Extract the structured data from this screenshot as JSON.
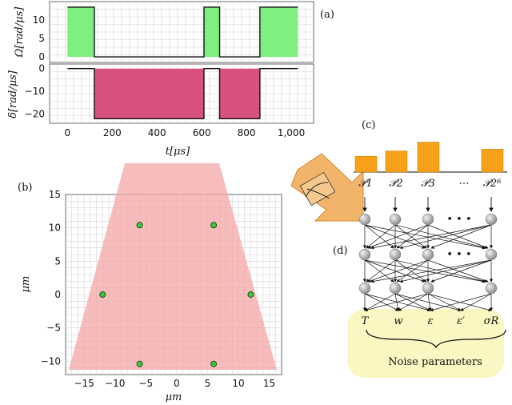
{
  "panel_labels": {
    "a": "(a)",
    "b": "(b)",
    "c": "(c)",
    "d": "(d)"
  },
  "colors": {
    "omega_fill": "#7ff07f",
    "delta_fill": "#d9527f",
    "trap_fill": "#f4a6a6",
    "atom_fill": "#3cc83c",
    "bar_fill": "#f7a019",
    "noise_box": "#fbf7c2",
    "arrow_fill": "#f2b46b",
    "node_fill": "#b8b8b8"
  },
  "chart_data": [
    {
      "type": "step-area",
      "name_id": "omega",
      "ylabel": "Ω[rad/μs]",
      "xlim": [
        -80,
        1100
      ],
      "ylim": [
        -1.5,
        15
      ],
      "yticks": [
        "0",
        "5",
        "10"
      ],
      "segments": [
        {
          "x0": 0,
          "x1": 120,
          "y": 13.5
        },
        {
          "x0": 120,
          "x1": 610,
          "y": 0
        },
        {
          "x0": 610,
          "x1": 680,
          "y": 13.5
        },
        {
          "x0": 680,
          "x1": 860,
          "y": 0
        },
        {
          "x0": 860,
          "x1": 1030,
          "y": 13.5
        }
      ]
    },
    {
      "type": "step-area",
      "name_id": "delta",
      "ylabel": "δ[rad/μs]",
      "xlabel": "t[μs]",
      "xlim": [
        -80,
        1100
      ],
      "ylim": [
        -24,
        2
      ],
      "yticks": [
        "0",
        "−10",
        "−20"
      ],
      "xticks": [
        "0",
        "200",
        "400",
        "600",
        "800",
        "1,000"
      ],
      "segments": [
        {
          "x0": 0,
          "x1": 120,
          "y": 0
        },
        {
          "x0": 120,
          "x1": 610,
          "y": -22
        },
        {
          "x0": 610,
          "x1": 680,
          "y": 0
        },
        {
          "x0": 680,
          "x1": 860,
          "y": -22
        },
        {
          "x0": 860,
          "x1": 1030,
          "y": 0
        }
      ]
    },
    {
      "type": "scatter",
      "name_id": "atoms",
      "xlabel": "μm",
      "ylabel": "μm",
      "xlim": [
        -18,
        17
      ],
      "ylim": [
        -12,
        15
      ],
      "xticks": [
        "−15",
        "−10",
        "−5",
        "0",
        "5",
        "10",
        "15"
      ],
      "yticks": [
        "15",
        "10",
        "5",
        "0",
        "−5",
        "−10"
      ],
      "points": [
        {
          "x": -6,
          "y": 10.4
        },
        {
          "x": 6,
          "y": 10.4
        },
        {
          "x": -12,
          "y": 0
        },
        {
          "x": 12,
          "y": 0
        },
        {
          "x": -6,
          "y": -10.4
        },
        {
          "x": 6,
          "y": -10.4
        }
      ]
    },
    {
      "type": "bar",
      "name_id": "probabilities",
      "categories": [
        "𝒫1",
        "𝒫2",
        "𝒫3",
        "⋯",
        "𝒫2⁶"
      ],
      "values": [
        0.45,
        0.6,
        0.85,
        0,
        0.65
      ]
    }
  ],
  "network": {
    "dots": "• • •",
    "outputs": [
      "T",
      "w",
      "ε",
      "ε′",
      "σR"
    ],
    "noise_label": "Noise parameters"
  }
}
